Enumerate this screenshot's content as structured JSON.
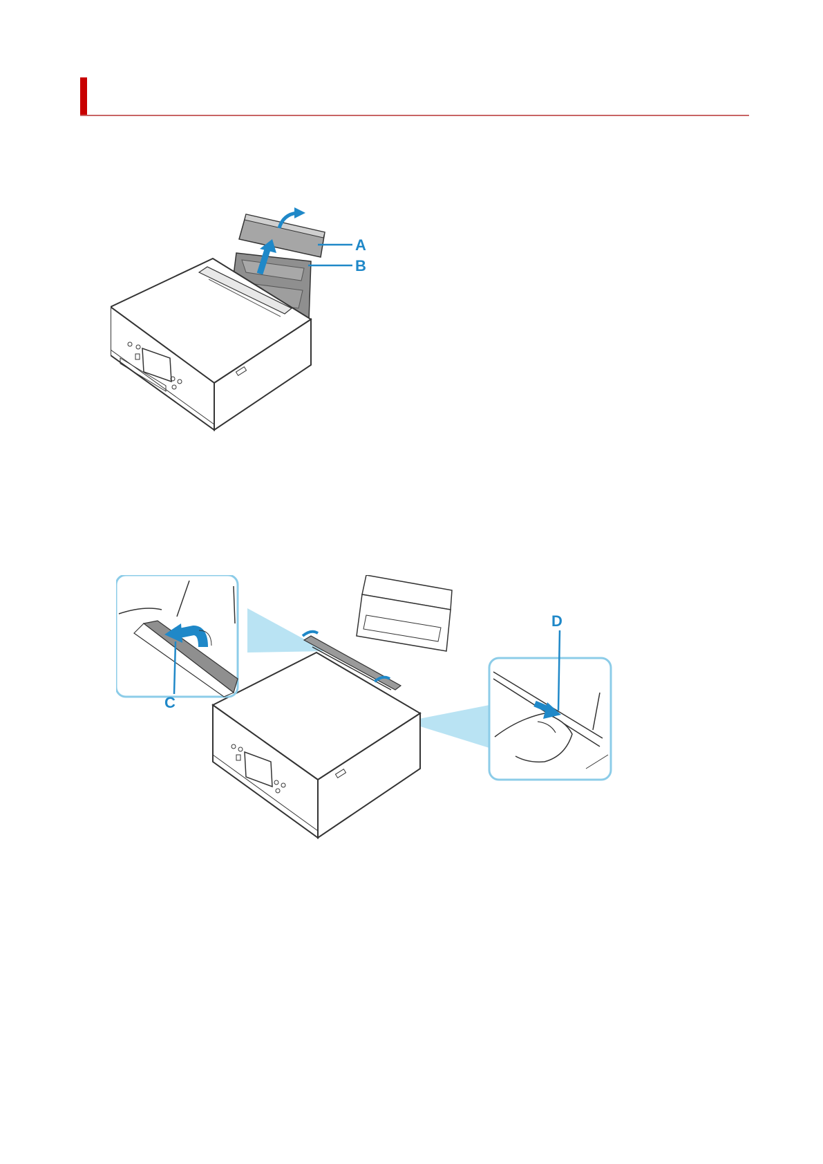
{
  "heading": {
    "title": ""
  },
  "figure_1": {
    "callouts": {
      "a": "A",
      "b": "B"
    }
  },
  "figure_2": {
    "callouts": {
      "c": "C",
      "d": "D"
    }
  },
  "colors": {
    "heading_bar": "#c80000",
    "heading_rule": "#c86464",
    "callout_blue": "#1f88c8",
    "zoom_frame": "#8ccce8",
    "printer_outline": "#333333",
    "panel_gray": "#9a9a9a"
  }
}
